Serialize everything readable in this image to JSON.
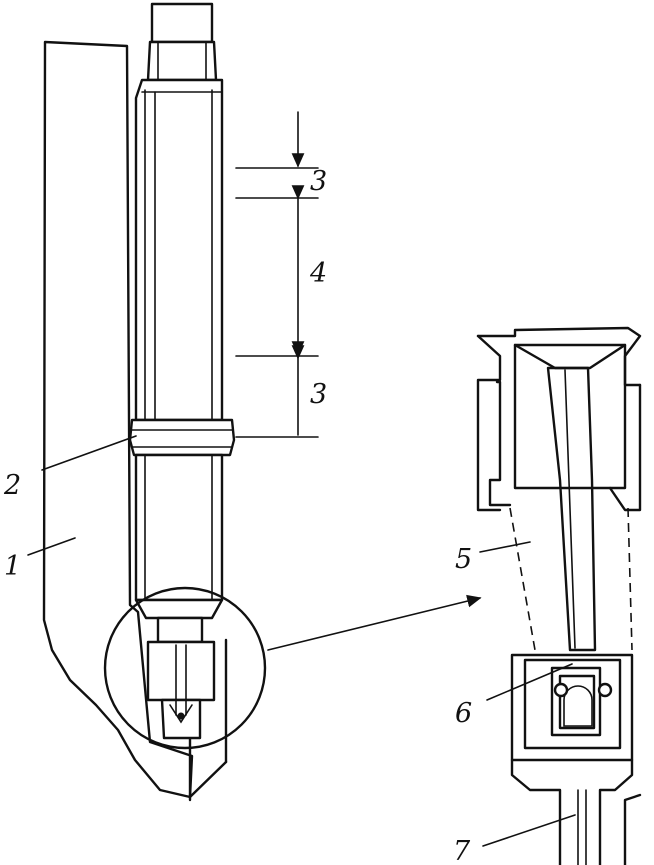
{
  "labels": {
    "part_1": "1",
    "part_2": "2",
    "dim_3_upper": "3",
    "dim_4": "4",
    "dim_3_lower": "3",
    "part_5": "5",
    "part_6": "6",
    "part_7": "7"
  },
  "colors": {
    "ink": "#111111",
    "paper": "#ffffff"
  }
}
